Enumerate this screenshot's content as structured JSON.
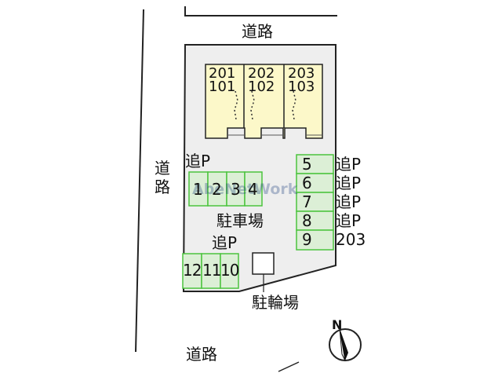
{
  "roads": {
    "top": "道路",
    "left": "道路",
    "bottom": "道路"
  },
  "units": [
    {
      "upper": "201",
      "lower": "101"
    },
    {
      "upper": "202",
      "lower": "102"
    },
    {
      "upper": "203",
      "lower": "103"
    }
  ],
  "parking": {
    "label": "駐車場",
    "extra_label_upper": "追P",
    "extra_label_lower": "追P",
    "row_top": [
      "1",
      "2",
      "3",
      "4"
    ],
    "row_right": [
      {
        "num": "5",
        "tag": "追P"
      },
      {
        "num": "6",
        "tag": "追P"
      },
      {
        "num": "7",
        "tag": "追P"
      },
      {
        "num": "8",
        "tag": "追P"
      },
      {
        "num": "9",
        "tag": "203"
      }
    ],
    "row_bottom": [
      "12",
      "11",
      "10"
    ]
  },
  "bicycle_parking": "駐輪場",
  "compass": "N",
  "watermark": "AbeNetWork",
  "colors": {
    "building": "#fcf8c9",
    "parking_fill": "#dcefd6",
    "parking_stroke": "#4cc43e",
    "lot": "#eeeeee",
    "outline": "#222222"
  }
}
